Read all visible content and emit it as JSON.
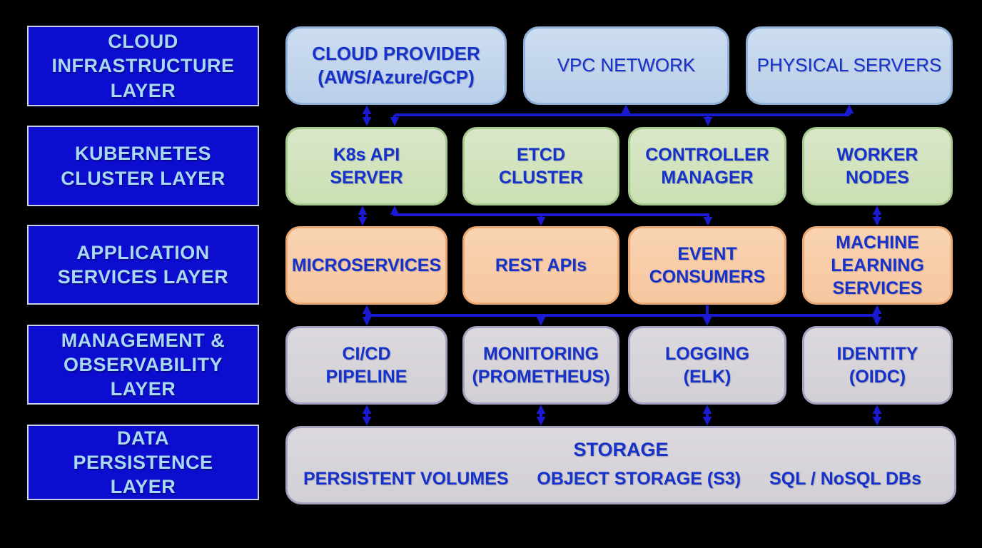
{
  "layers": [
    {
      "label": "CLOUD\nINFRASTRUCTURE\nLAYER"
    },
    {
      "label": "KUBERNETES\nCLUSTER LAYER"
    },
    {
      "label": "APPLICATION\nSERVICES LAYER"
    },
    {
      "label": "MANAGEMENT &\nOBSERVABILITY\nLAYER"
    },
    {
      "label": "DATA\nPERSISTENCE\nLAYER"
    }
  ],
  "cloud_row": [
    {
      "label": "CLOUD PROVIDER\n(AWS/Azure/GCP)"
    },
    {
      "label": "VPC NETWORK"
    },
    {
      "label": "PHYSICAL SERVERS"
    }
  ],
  "kubernetes_row": [
    {
      "label": "K8s API\nSERVER"
    },
    {
      "label": "ETCD\nCLUSTER"
    },
    {
      "label": "CONTROLLER\nMANAGER"
    },
    {
      "label": "WORKER\nNODES"
    }
  ],
  "application_row": [
    {
      "label": "MICROSERVICES"
    },
    {
      "label": "REST APIs"
    },
    {
      "label": "EVENT\nCONSUMERS"
    },
    {
      "label": "MACHINE\nLEARNING\nSERVICES"
    }
  ],
  "management_row": [
    {
      "label": "CI/CD\nPIPELINE"
    },
    {
      "label": "MONITORING\n(PROMETHEUS)"
    },
    {
      "label": "LOGGING\n(ELK)"
    },
    {
      "label": "IDENTITY\n(OIDC)"
    }
  ],
  "storage": {
    "title": "STORAGE",
    "items": [
      {
        "label": "PERSISTENT VOLUMES"
      },
      {
        "label": "OBJECT STORAGE (S3)"
      },
      {
        "label": "SQL / NoSQL DBs"
      }
    ]
  },
  "colors": {
    "background": "#000000",
    "layer_fill": "#0d0dd0",
    "layer_text": "#a9d9f2",
    "node_text": "#1632c8",
    "cloud_fill": "#c2d6ec",
    "cloud_border": "#8fb0d8",
    "kubernetes_fill": "#cfe1ba",
    "kubernetes_border": "#a6c78d",
    "application_fill": "#f7cba3",
    "application_border": "#eba873",
    "management_fill": "#d6d3d8",
    "management_border": "#a5a2c0",
    "arrow": "#1a1ad2"
  }
}
